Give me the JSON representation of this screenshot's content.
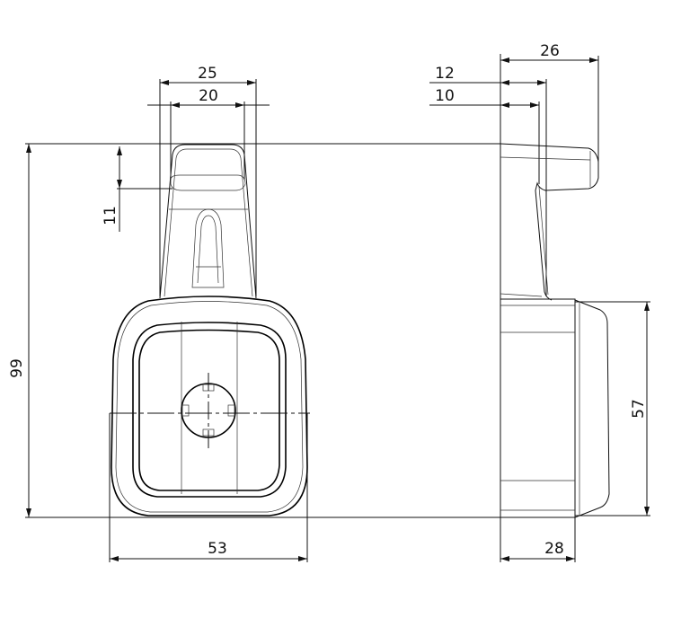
{
  "drawing": {
    "front_view": {
      "dims": {
        "hook_outer_width": "25",
        "hook_inner_width": "20",
        "hook_depth": "11",
        "total_height": "99",
        "body_width": "53"
      }
    },
    "side_view": {
      "dims": {
        "hook_reach": "26",
        "hook_outer_offset": "12",
        "hook_inner_offset": "10",
        "body_height": "57",
        "body_depth": "28"
      }
    },
    "line_color": "#111111"
  }
}
